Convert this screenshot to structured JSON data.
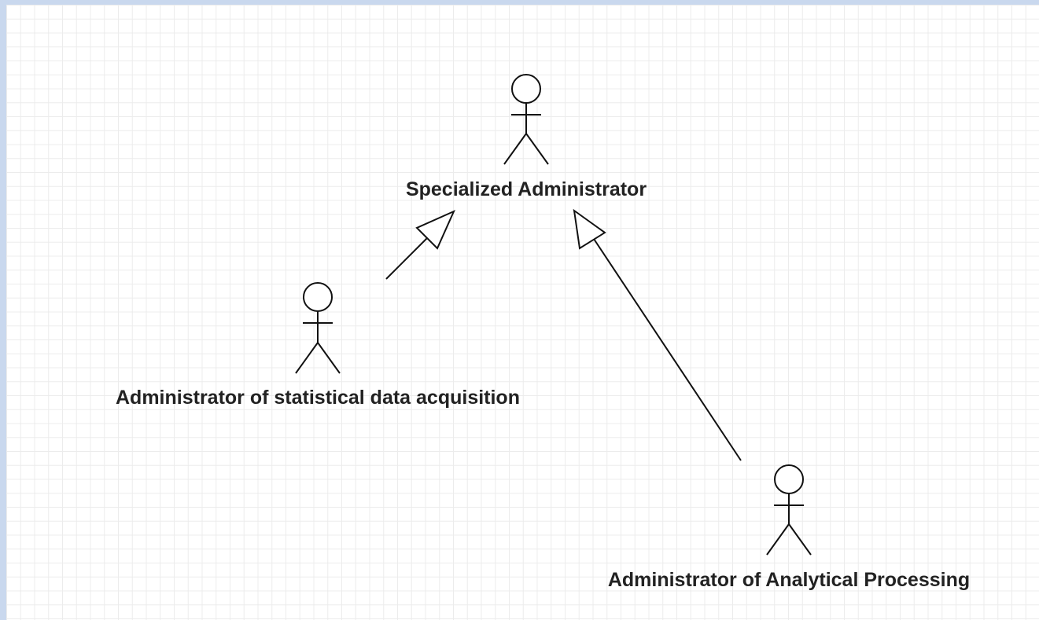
{
  "diagram": {
    "actors": {
      "specialized_admin": {
        "label": "Specialized Administrator"
      },
      "acquisition_admin": {
        "label": "Administrator of statistical data acquisition"
      },
      "analytical_admin": {
        "label": "Administrator of Analytical Processing"
      }
    },
    "relationships": [
      {
        "type": "generalization",
        "from": "acquisition_admin",
        "to": "specialized_admin"
      },
      {
        "type": "generalization",
        "from": "analytical_admin",
        "to": "specialized_admin"
      }
    ]
  }
}
